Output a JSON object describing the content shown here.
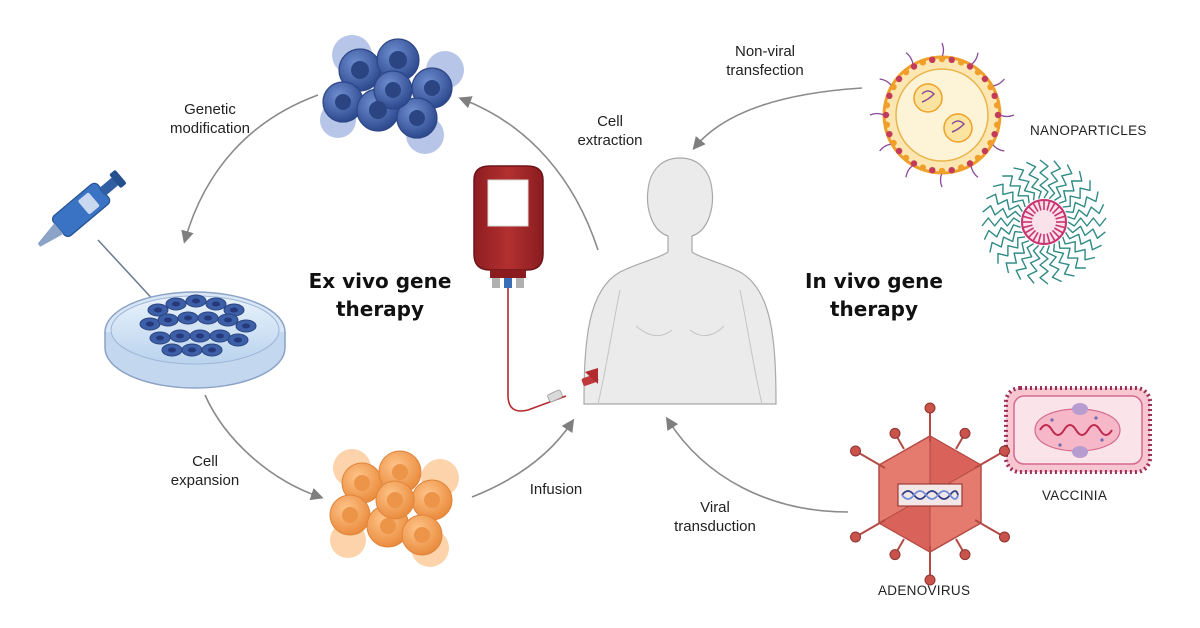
{
  "titles": {
    "ex_vivo": "Ex vivo gene\ntherapy",
    "in_vivo": "In vivo gene\ntherapy"
  },
  "steps": {
    "genetic_modification": "Genetic\nmodification",
    "cell_expansion": "Cell\nexpansion",
    "infusion": "Infusion",
    "cell_extraction": "Cell\nextraction",
    "non_viral_transfection": "Non-viral\ntransfection",
    "viral_transduction": "Viral\ntransduction"
  },
  "vectors": {
    "nanoparticles": "NANOPARTICLES",
    "vaccinia": "VACCINIA",
    "adenovirus": "ADENOVIRUS"
  },
  "colors": {
    "arrow": "#8a8a8a",
    "blue_cells": "#3d5fa8",
    "orange_cells": "#f2a25c",
    "blood": "#a8262b",
    "body": "#ececec",
    "lipid_orange": "#f0a02a",
    "nanoparticle_teal": "#2e8a84",
    "nanoparticle_pink": "#c93370",
    "adenovirus": "#d9625a",
    "vaccinia": "#f4b6c2"
  }
}
